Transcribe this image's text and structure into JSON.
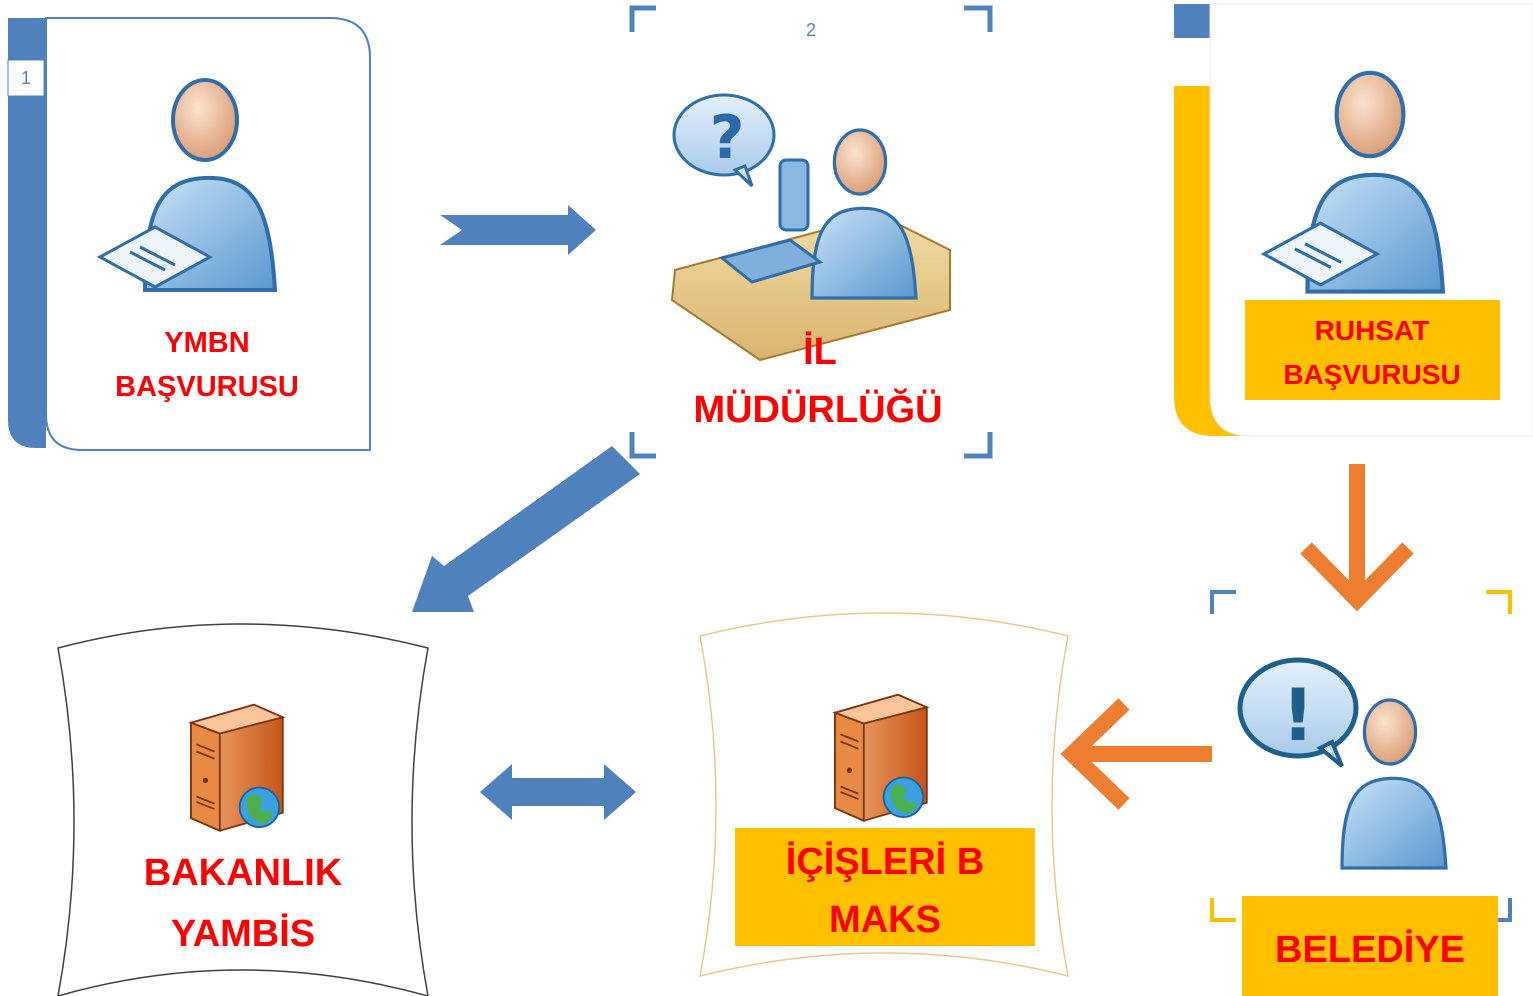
{
  "nodes": {
    "ymbn": {
      "number": "1",
      "label_line1": "YMBN",
      "label_line2": "BAŞVURUSU",
      "accent": "#4f81bd",
      "icon": "person-with-document-icon"
    },
    "il": {
      "number": "2",
      "label_line1": "İL",
      "label_line2": "MÜDÜRLÜĞÜ",
      "accent": "#4f81bd",
      "icon": "person-on-phone-question-icon"
    },
    "ruhsat": {
      "label_line1": "RUHSAT",
      "label_line2": "BAŞVURUSU",
      "accent": "#ffc000",
      "icon": "person-with-document-icon"
    },
    "bakanlik": {
      "label_line1": "BAKANLIK",
      "label_line2": "YAMBİS",
      "icon": "web-server-icon"
    },
    "icisleri": {
      "label_line1": "İÇİŞLERİ B",
      "label_line2": "MAKS",
      "highlight": "#ffc000",
      "icon": "web-server-icon"
    },
    "belediye": {
      "label": "BELEDİYE",
      "highlight": "#ffc000",
      "accent": "#ffc000",
      "icon": "person-exclamation-icon"
    }
  },
  "colors": {
    "label_red": "#ff0000",
    "blue_arrow": "#4f81bd",
    "orange_arrow": "#ed7d31"
  }
}
